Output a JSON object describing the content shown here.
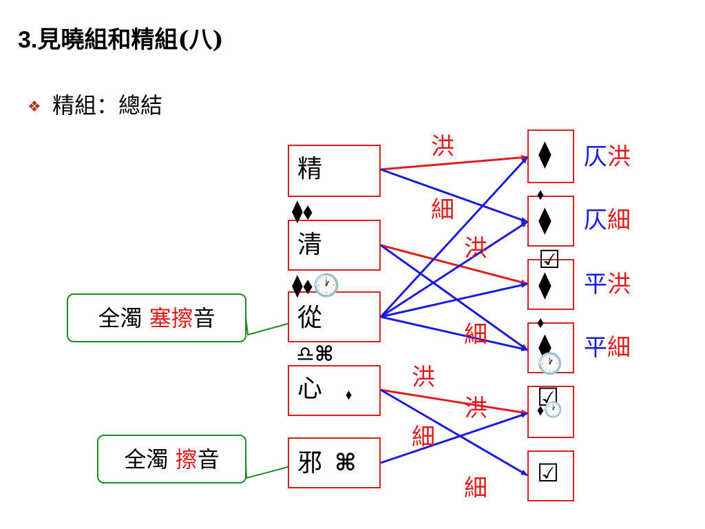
{
  "title": {
    "number": "3.",
    "text": "見曉組和精組(八)"
  },
  "bullet": {
    "icon": "diamond-cluster-icon",
    "text": "精組：總結"
  },
  "sources": [
    {
      "char": "精",
      "symbol": ""
    },
    {
      "char": "清",
      "symbol": ""
    },
    {
      "char": "從",
      "symbol": ""
    },
    {
      "char": "心",
      "symbol": "⬧"
    },
    {
      "char": "邪",
      "symbol": "⌘"
    }
  ],
  "between_symbols": [
    "⧫⬧",
    "⧫⬧🕐",
    "♎⌘"
  ],
  "targets": [
    {
      "mark": "⧫",
      "tone": "仄",
      "kind": "洪"
    },
    {
      "mark": "⧫",
      "tone": "仄",
      "kind": "細"
    },
    {
      "mark": "⧫",
      "tone": "平",
      "kind": "洪"
    },
    {
      "mark": "⧫",
      "tone": "平",
      "kind": "細"
    },
    {
      "mark": "☑",
      "tone": "",
      "kind": ""
    },
    {
      "mark": "☑",
      "tone": "",
      "kind": ""
    }
  ],
  "overflow_marks": [
    "⬧",
    "☑",
    "⬧",
    "🕐",
    "⬧🕐"
  ],
  "edge_labels": [
    "洪",
    "細",
    "洪",
    "細",
    "洪",
    "洪",
    "細",
    "細"
  ],
  "notes": [
    {
      "prefix": "全濁",
      "highlight": "塞擦",
      "suffix": "音"
    },
    {
      "prefix": "全濁",
      "highlight": "擦",
      "suffix": "音"
    }
  ],
  "colors": {
    "red": "#e01b1b",
    "blue": "#1a1adc",
    "green": "#1d8a1d",
    "bullet": "#b8351e",
    "box_border": "#d42020"
  }
}
